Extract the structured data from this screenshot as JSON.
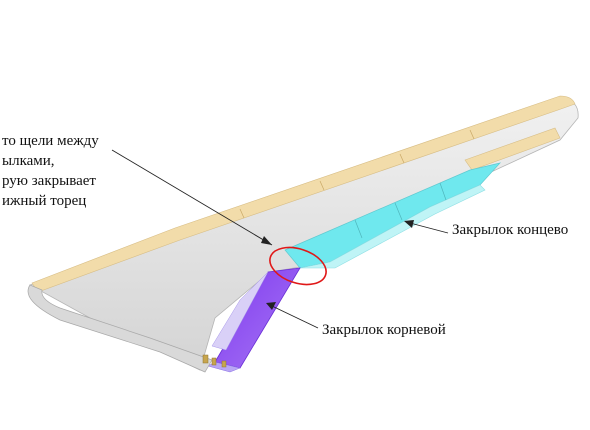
{
  "annotations": {
    "gap_note_lines": [
      "то щели между",
      "ылками,",
      "рую закрывает",
      "ижный торец"
    ],
    "tip_flap_label": "Закрылок концево",
    "root_flap_label": "Закрылок корневой"
  },
  "colors": {
    "wing_surface": "#e6e6e6",
    "wing_shadow": "#c9c9c9",
    "leading_edge": "#f2dcaa",
    "tip_flap": "#6fe8ee",
    "tip_flap_light": "#bff4f6",
    "root_flap": "#8a48f0",
    "root_flap_light": "#b9a6f5",
    "highlight_ring": "#e01818"
  }
}
